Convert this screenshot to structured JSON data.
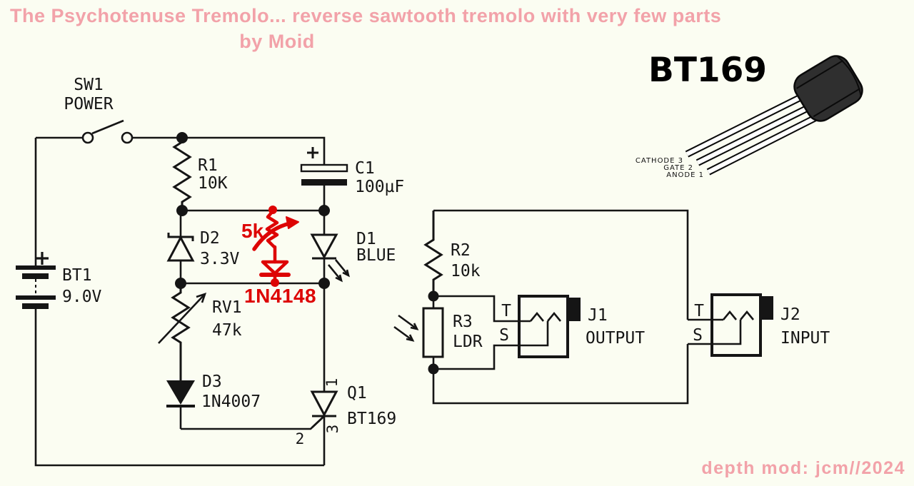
{
  "title": {
    "line1": "The Psychotenuse Tremolo... reverse sawtooth tremolo with very few parts",
    "line2": "by Moid"
  },
  "footer": {
    "credit": "depth mod: jcm//2024"
  },
  "colors": {
    "title_pink": "#f2a2a9",
    "mod_red": "#dd0404",
    "ink": "#151515",
    "background": "#fbfdf2"
  },
  "schematic": {
    "sw1": {
      "ref": "SW1",
      "label": "POWER"
    },
    "bt1": {
      "ref": "BT1",
      "value": "9.0V",
      "polarity": "+"
    },
    "r1": {
      "ref": "R1",
      "value": "10K"
    },
    "c1": {
      "ref": "C1",
      "value": "100µF",
      "polarity": "+"
    },
    "d2": {
      "ref": "D2",
      "value": "3.3V"
    },
    "d1": {
      "ref": "D1",
      "value": "BLUE"
    },
    "rv1": {
      "ref": "RV1",
      "value": "47k"
    },
    "d3": {
      "ref": "D3",
      "value": "1N4007"
    },
    "q1": {
      "ref": "Q1",
      "value": "BT169",
      "pin_anode": "1",
      "pin_gate": "2",
      "pin_cathode": "3"
    },
    "r2": {
      "ref": "R2",
      "value": "10k"
    },
    "r3": {
      "ref": "R3",
      "value": "LDR"
    },
    "j1": {
      "ref": "J1",
      "label": "OUTPUT",
      "tip": "T",
      "sleeve": "S"
    },
    "j2": {
      "ref": "J2",
      "label": "INPUT",
      "tip": "T",
      "sleeve": "S"
    }
  },
  "hand_mods": {
    "pot_value": "5k",
    "diode_value": "1N4148"
  },
  "package_inset": {
    "part": "BT169",
    "pins": [
      "CATHODE 3",
      "GATE 2",
      "ANODE 1"
    ]
  }
}
